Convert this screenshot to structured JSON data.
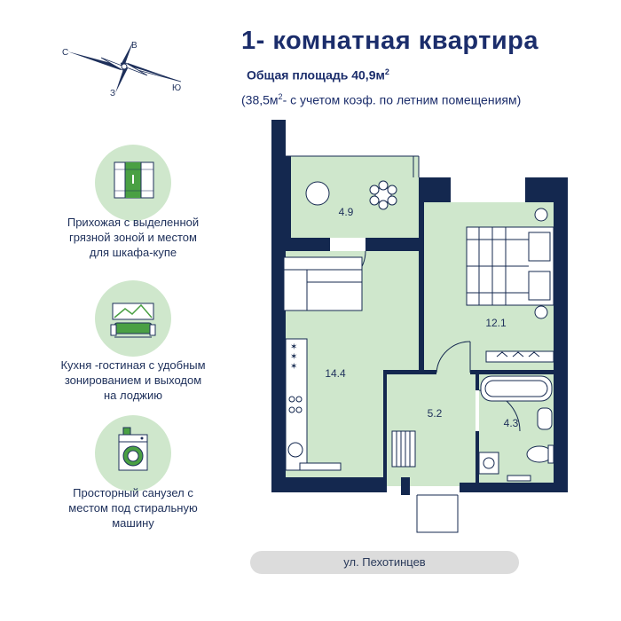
{
  "header": {
    "title": "1- комнатная  квартира",
    "area_label": "Общая площадь  40,9м",
    "area_sup": "2",
    "note_prefix": "(38,5м",
    "note_sup": "2",
    "note_suffix": "- с учетом коэф. по летним помещениям)"
  },
  "compass": {
    "north": "В",
    "south": "З",
    "west": "С",
    "east": "Ю"
  },
  "features": [
    {
      "icon": "wardrobe-icon",
      "text_lines": [
        "Прихожая с выделенной",
        "грязной зоной  и местом",
        "для шкафа-купе"
      ]
    },
    {
      "icon": "living-room-icon",
      "text_lines": [
        "Кухня -гостиная с удобным",
        "зонированием и выходом",
        "на лоджию"
      ]
    },
    {
      "icon": "washing-machine-icon",
      "text_lines": [
        "Просторный санузел с",
        "местом под стиральную",
        "машину"
      ]
    }
  ],
  "rooms": [
    {
      "id": "loggia",
      "area": "4.9"
    },
    {
      "id": "bedroom",
      "area": "12.1"
    },
    {
      "id": "kitchen-living",
      "area": "14.4"
    },
    {
      "id": "hallway",
      "area": "5.2"
    },
    {
      "id": "bathroom",
      "area": "4.3"
    }
  ],
  "street": "ул. Пехотинцев",
  "colors": {
    "wall": "#14284f",
    "floor": "#cfe7cc",
    "title": "#1b2d6b",
    "street_bar": "#dcdcdc"
  }
}
